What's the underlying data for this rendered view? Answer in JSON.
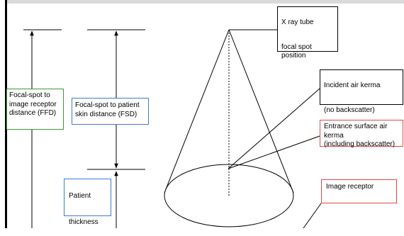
{
  "colors": {
    "line": "#000000",
    "ffd_border": "#3a9a3a",
    "fsd_border": "#3b7bd1",
    "thickness_border": "#3b7bd1",
    "entrance_border": "#e04848",
    "receptor_border": "#e04848",
    "top_strip": "#d9d9d9"
  },
  "labels": {
    "xray_tube": "X ray tube",
    "focal_spot": "focal spot\nposition",
    "incident_air_kerma": "Incident air kerma",
    "no_backscatter": "(no backscatter)",
    "entrance_surface": "Entrance surface air kerma\n(including backscatter)",
    "image_receptor": "Image receptor",
    "ffd": "Focal-spot to\nimage receptor\ndistance (FFD)",
    "fsd": "Focal-spot to patient\nskin distance (FSD)",
    "patient": "Patient",
    "thickness": "thickness"
  }
}
